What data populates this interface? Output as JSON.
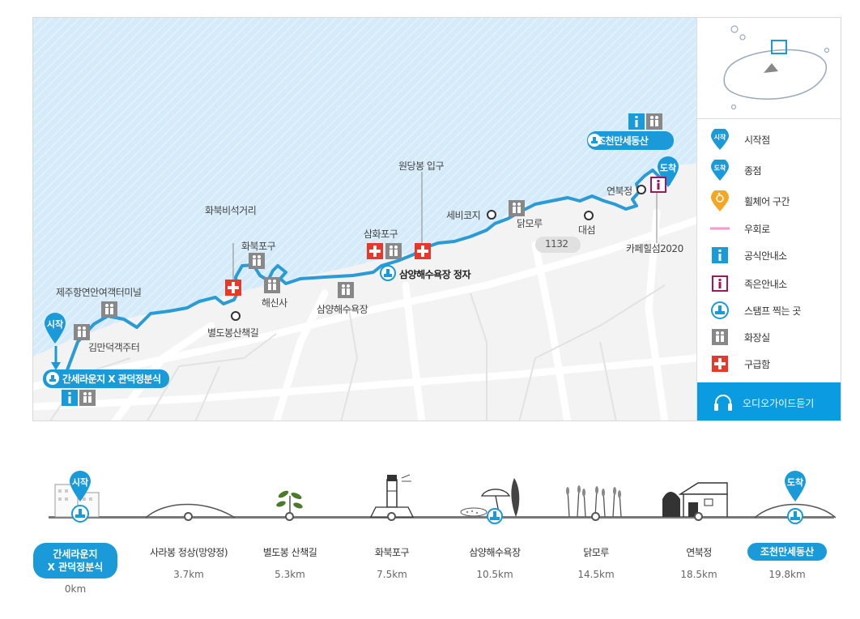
{
  "map": {
    "road_number": "1132",
    "labels": {
      "start_point": "간세라운지 X 관덕정분식",
      "end_point": "조천만세동산",
      "stamp_mid": "삼양해수욕장 정자",
      "terminal": "제주항연안여객터미널",
      "gimman": "김만덕객주터",
      "hwabuk_bisuk": "화북비석거리",
      "hwabuk_pogu": "화북포구",
      "haesinsa": "해신사",
      "byeoldo": "별도봉산책길",
      "samyang_beach": "삼양해수욕장",
      "samhwa": "삼화포구",
      "wondang": "원당봉 입구",
      "sebi": "세비코지",
      "dakmoru": "닭모루",
      "daeseom": "대섬",
      "yeonbuk": "연북정",
      "cafe": "카페힐섬2020"
    },
    "pins": {
      "start": "시작",
      "end": "도착"
    }
  },
  "legend": {
    "items": [
      {
        "icon": "start-pin-icon",
        "pin_text": "시작",
        "label": "시작점"
      },
      {
        "icon": "end-pin-icon",
        "pin_text": "도착",
        "label": "종점"
      },
      {
        "icon": "wheelchair-icon",
        "label": "휠체어 구간"
      },
      {
        "icon": "detour-line-icon",
        "label": "우회로"
      },
      {
        "icon": "info-icon",
        "label": "공식안내소"
      },
      {
        "icon": "small-info-icon",
        "label": "족은안내소"
      },
      {
        "icon": "stamp-icon",
        "label": "스탬프 찍는 곳"
      },
      {
        "icon": "restroom-icon",
        "label": "화장실"
      },
      {
        "icon": "first-aid-icon",
        "label": "구급함"
      }
    ],
    "audio_button": "오디오가이드듣기"
  },
  "colors": {
    "route": "#2a9bd4",
    "accent": "#1a9ad9",
    "sea": "#d7ecfa",
    "aid": "#e8372b",
    "small_info": "#a0185a",
    "wheelchair": "#f5a623",
    "detour": "#f29ac8"
  },
  "profile": {
    "stops": [
      {
        "name": "간세라운지\nX 관덕정분식",
        "km": "0km",
        "pin": "시작"
      },
      {
        "name": "사라봉 정상(망양정)",
        "km": "3.7km"
      },
      {
        "name": "별도봉 산책길",
        "km": "5.3km"
      },
      {
        "name": "화북포구",
        "km": "7.5km"
      },
      {
        "name": "삼양해수욕장",
        "km": "10.5km"
      },
      {
        "name": "닭모루",
        "km": "14.5km"
      },
      {
        "name": "연북정",
        "km": "18.5km"
      },
      {
        "name": "조천만세동산",
        "km": "19.8km",
        "pin": "도착"
      }
    ]
  }
}
